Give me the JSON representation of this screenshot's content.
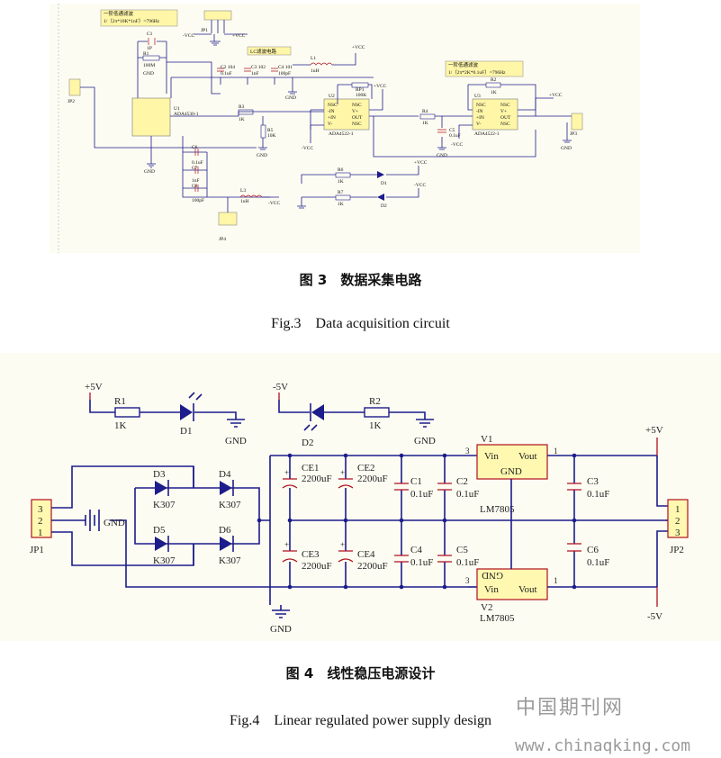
{
  "fig3": {
    "caption_zh": "图 3　数据采集电路",
    "caption_en": "Fig.3　Data acquisition circuit",
    "notes": {
      "filter1": "一阶低通滤波\n1/（2π*10K*1nF）=796Hz",
      "lc_filter": "LC滤波电路",
      "filter2": "一阶低通滤波\n1/（2π*2K*0.1uF）=796Hz"
    },
    "labels": {
      "C1": "C1",
      "C1v": "1P",
      "R1": "R1",
      "R1v": "100M",
      "GND": "GND",
      "JP2": "JP2",
      "U1": "U1",
      "U1p": "ADA4530-1",
      "JP1": "JP1",
      "vcc_m": "-VCC",
      "vcc_p": "+VCC",
      "C2": "C2 104",
      "C2v": "0.1uF",
      "C3": "C3 102",
      "C3v": "1nF",
      "C4": "C4 101",
      "C4v": "100pF",
      "L1": "L1",
      "L1v": "1uH",
      "pvcc": "+VCC",
      "R3": "R3",
      "R3v": "1K",
      "RP1": "RP1",
      "RP1v": "100K",
      "U2": "U2",
      "U2p": "ADA4522-1",
      "R5": "R5",
      "R5v": "10K",
      "R4": "R4",
      "R4v": "1K",
      "C5": "C5",
      "C5v": "0.1uF",
      "R2": "R2",
      "R2v": "1K",
      "U3": "U3",
      "U3p": "ADA4522-1",
      "JP3": "JP3",
      "C6": "C6",
      "C6v": "0.1uF",
      "C7": "C7",
      "C7v": "1nF",
      "C8": "C8",
      "C8v": "100pF",
      "L3": "L3",
      "L3v": "1uH",
      "R6": "R6",
      "R6v": "1K",
      "R7": "R7",
      "R7v": "1K",
      "D1": "D1",
      "D2": "D2",
      "JP4": "JP4",
      "pins": [
        "NSC",
        "-IN",
        "+IN",
        "V-",
        "NSC",
        "V+",
        "OUT",
        "NSC"
      ]
    }
  },
  "fig4": {
    "caption_zh": "图 4　线性稳压电源设计",
    "caption_en": "Fig.4　Linear regulated power supply design",
    "labels": {
      "p5v": "+5V",
      "m5v": "-5V",
      "R1": "R1",
      "R1v": "1K",
      "D1": "D1",
      "R2": "R2",
      "R2v": "1K",
      "D2": "D2",
      "GND": "GND",
      "D3": "D3",
      "D4": "D4",
      "D5": "D5",
      "D6": "D6",
      "K307": "K307",
      "JP1": "JP1",
      "JP2": "JP2",
      "n3": "3",
      "n2": "2",
      "n1": "1",
      "CE1": "CE1",
      "CE2": "CE2",
      "CE3": "CE3",
      "CE4": "CE4",
      "CEv": "2200uF",
      "C1": "C1",
      "C2": "C2",
      "C3": "C3",
      "C4": "C4",
      "C5": "C5",
      "C6": "C6",
      "Cv": "0.1uF",
      "V1": "V1",
      "V2": "V2",
      "Vin": "Vin",
      "Vout": "Vout",
      "RGND": "GND",
      "RGNDflip": "GND",
      "LM": "LM7805",
      "plus": "+"
    }
  },
  "watermark": {
    "zh": "中国期刊网",
    "url": "www.chinaqking.com"
  }
}
